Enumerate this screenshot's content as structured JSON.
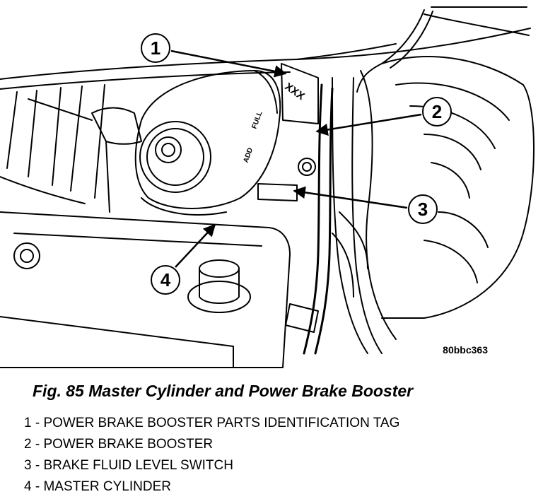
{
  "figure": {
    "image_code": "80bbc363",
    "tag_marking": "XXX",
    "reservoir_marks": {
      "full": "FULL",
      "add": "ADD"
    },
    "callouts": [
      "1",
      "2",
      "3",
      "4"
    ]
  },
  "caption": "Fig. 85 Master Cylinder and Power Brake Booster",
  "legend": [
    "1 - POWER BRAKE BOOSTER PARTS IDENTIFICATION TAG",
    "2 - POWER BRAKE BOOSTER",
    "3 - BRAKE FLUID LEVEL SWITCH",
    "4 - MASTER CYLINDER"
  ]
}
